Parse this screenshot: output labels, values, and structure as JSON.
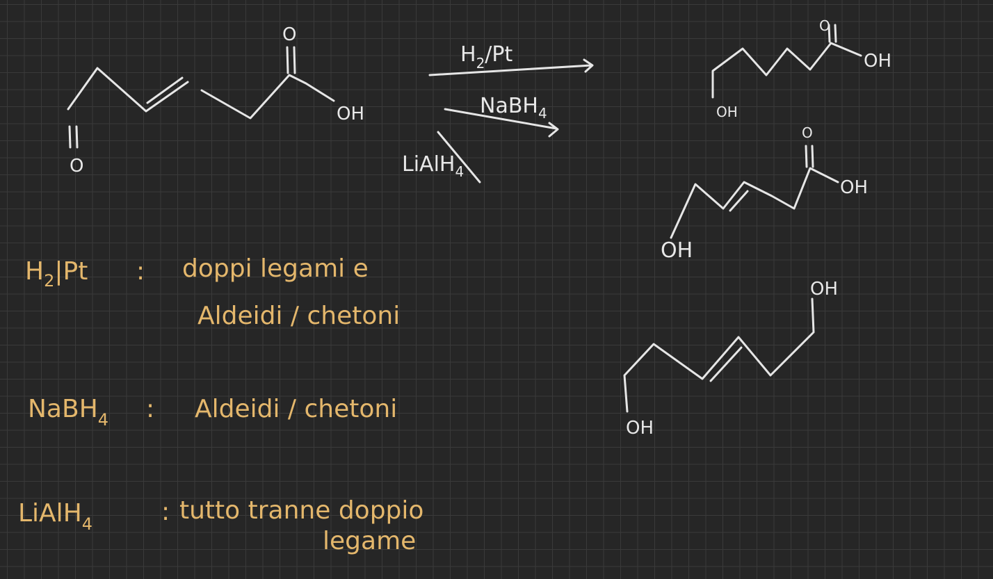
{
  "reactant": {
    "oxygen_top": "O",
    "oxygen_bottom": "O",
    "hydroxyl": "OH"
  },
  "reagents": {
    "h2pt": {
      "main": "H",
      "sub": "2",
      "rest": "/Pt"
    },
    "nabh4": {
      "main": "NaBH",
      "sub": "4"
    },
    "lialh4": {
      "main": "LiAlH",
      "sub": "4"
    }
  },
  "products": {
    "p1": {
      "oxygen": "O",
      "hydroxyl_acid": "OH",
      "hydroxyl": "OH"
    },
    "p2": {
      "oxygen": "O",
      "hydroxyl_acid": "OH",
      "hydroxyl": "OH"
    },
    "p3": {
      "hydroxyl_top": "OH",
      "hydroxyl_bottom": "OH"
    }
  },
  "notes": [
    {
      "reagent_main": "H",
      "reagent_sub": "2",
      "reagent_rest": "|Pt",
      "sep": ":",
      "line1": "doppi legami e",
      "line2": "Aldeidi / chetoni"
    },
    {
      "reagent_main": "NaBH",
      "reagent_sub": "4",
      "sep": ":",
      "line1": "Aldeidi / chetoni"
    },
    {
      "reagent_main": "LiAlH",
      "reagent_sub": "4",
      "sep": ":",
      "line1": "tutto tranne doppio",
      "line2": "legame"
    }
  ],
  "colors": {
    "ink_white": "#e6e6e6",
    "ink_yellow": "#e4b76c",
    "background": "#262626",
    "grid": "#3a3a3a"
  }
}
